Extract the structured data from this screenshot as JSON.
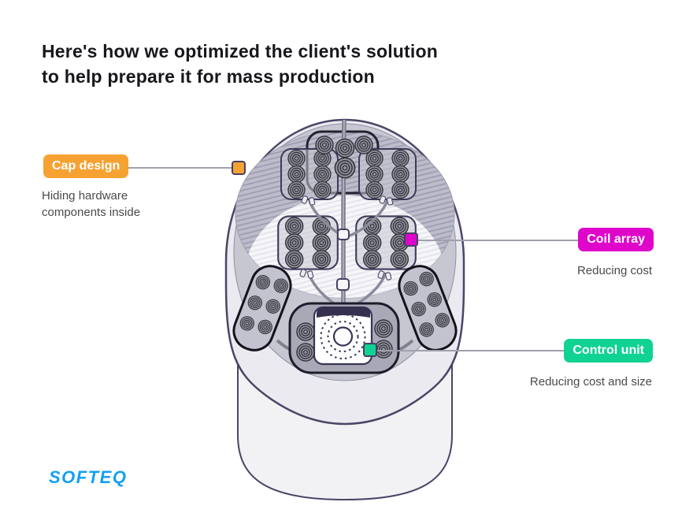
{
  "title": {
    "line1": "Here's how we optimized the client's solution",
    "line2": "to help prepare it for mass production"
  },
  "annotations": {
    "cap_design": {
      "label": "Cap design",
      "description": "Hiding hardware components inside",
      "color": "#F6A233",
      "side": "left"
    },
    "coil_array": {
      "label": "Coil array",
      "description": "Reducing cost",
      "color": "#DF05CB",
      "side": "right"
    },
    "control_unit": {
      "label": "Control unit",
      "description": "Reducing cost and size",
      "color": "#10D293",
      "side": "right"
    }
  },
  "logo": {
    "text": "SOFTEQ",
    "color": "#129FF3"
  },
  "illustration": {
    "name": "device-cutaway",
    "outline_color": "#4B4566",
    "leader_line_color": "#A0A0AC"
  }
}
